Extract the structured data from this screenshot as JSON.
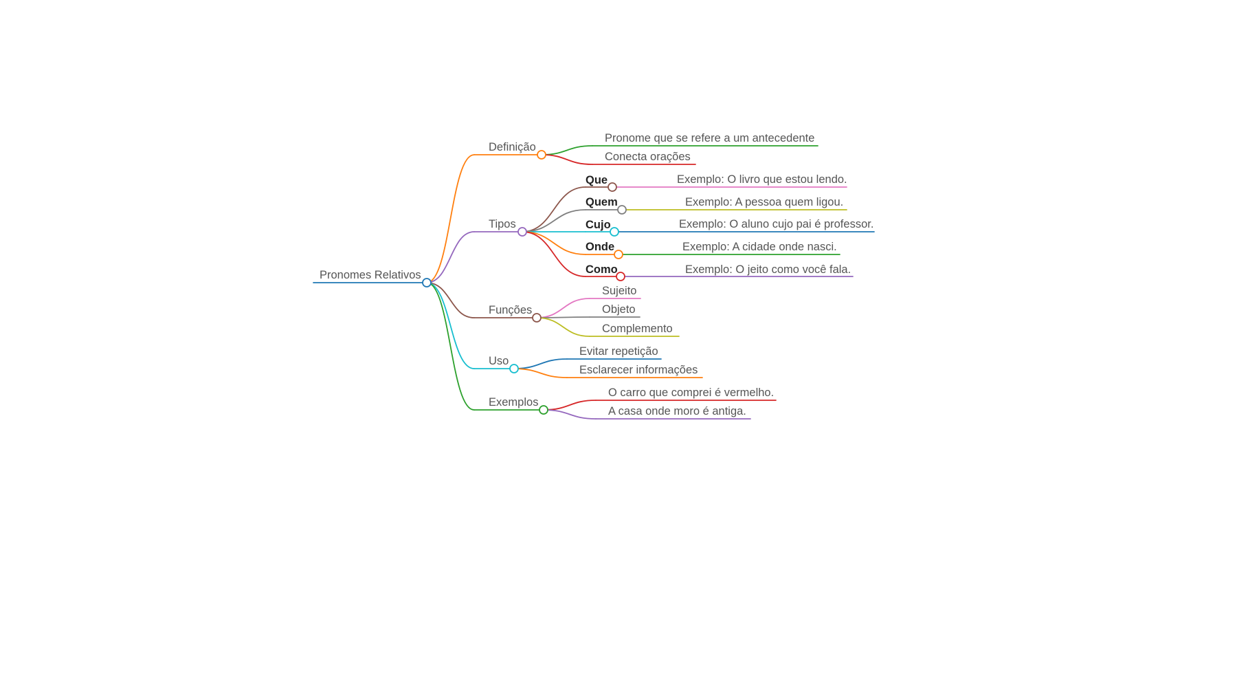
{
  "diagram": {
    "type": "mindmap",
    "root": {
      "label": "Pronomes Relativos",
      "color": "#1f77b4"
    },
    "branches": [
      {
        "label": "Definição",
        "color": "#ff7f0e",
        "children": [
          {
            "label": "Pronome que se refere a um antecedente",
            "color": "#2ca02c"
          },
          {
            "label": "Conecta orações",
            "color": "#d62728"
          }
        ]
      },
      {
        "label": "Tipos",
        "color": "#9467bd",
        "children": [
          {
            "label": "Que",
            "bold": true,
            "color": "#8c564b",
            "child": {
              "label": "Exemplo: O livro que estou lendo.",
              "color": "#e377c2"
            }
          },
          {
            "label": "Quem",
            "bold": true,
            "color": "#7f7f7f",
            "child": {
              "label": "Exemplo: A pessoa quem ligou.",
              "color": "#bcbd22"
            }
          },
          {
            "label": "Cujo",
            "bold": true,
            "color": "#17becf",
            "child": {
              "label": "Exemplo: O aluno cujo pai é professor.",
              "color": "#1f77b4"
            }
          },
          {
            "label": "Onde",
            "bold": true,
            "color": "#ff7f0e",
            "child": {
              "label": "Exemplo: A cidade onde nasci.",
              "color": "#2ca02c"
            }
          },
          {
            "label": "Como",
            "bold": true,
            "color": "#d62728",
            "child": {
              "label": "Exemplo: O jeito como você fala.",
              "color": "#9467bd"
            }
          }
        ]
      },
      {
        "label": "Funções",
        "color": "#8c564b",
        "children": [
          {
            "label": "Sujeito",
            "color": "#e377c2"
          },
          {
            "label": "Objeto",
            "color": "#7f7f7f"
          },
          {
            "label": "Complemento",
            "color": "#bcbd22"
          }
        ]
      },
      {
        "label": "Uso",
        "color": "#17becf",
        "children": [
          {
            "label": "Evitar repetição",
            "color": "#1f77b4"
          },
          {
            "label": "Esclarecer informações",
            "color": "#ff7f0e"
          }
        ]
      },
      {
        "label": "Exemplos",
        "color": "#2ca02c",
        "children": [
          {
            "label": "O carro que comprei é vermelho.",
            "color": "#d62728"
          },
          {
            "label": "A casa onde moro é antiga.",
            "color": "#9467bd"
          }
        ]
      }
    ]
  }
}
